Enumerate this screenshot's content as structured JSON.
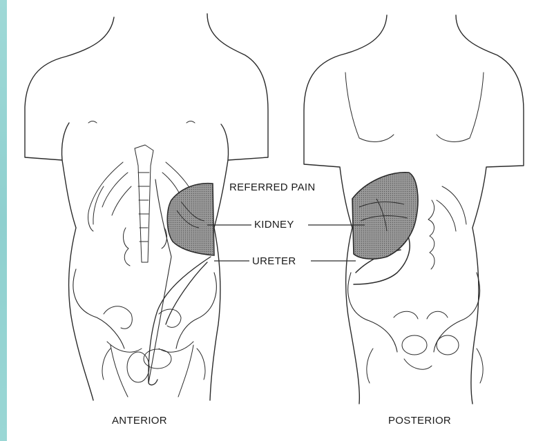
{
  "labels": {
    "referred_pain": "REFERRED PAIN",
    "kidney": "KIDNEY",
    "ureter": "URETER",
    "anterior": "ANTERIOR",
    "posterior": "POSTERIOR"
  },
  "colors": {
    "outline": "#2a2a2a",
    "shaded_region": "#8a8a8a",
    "frame_accent": "#9fd9d7"
  }
}
